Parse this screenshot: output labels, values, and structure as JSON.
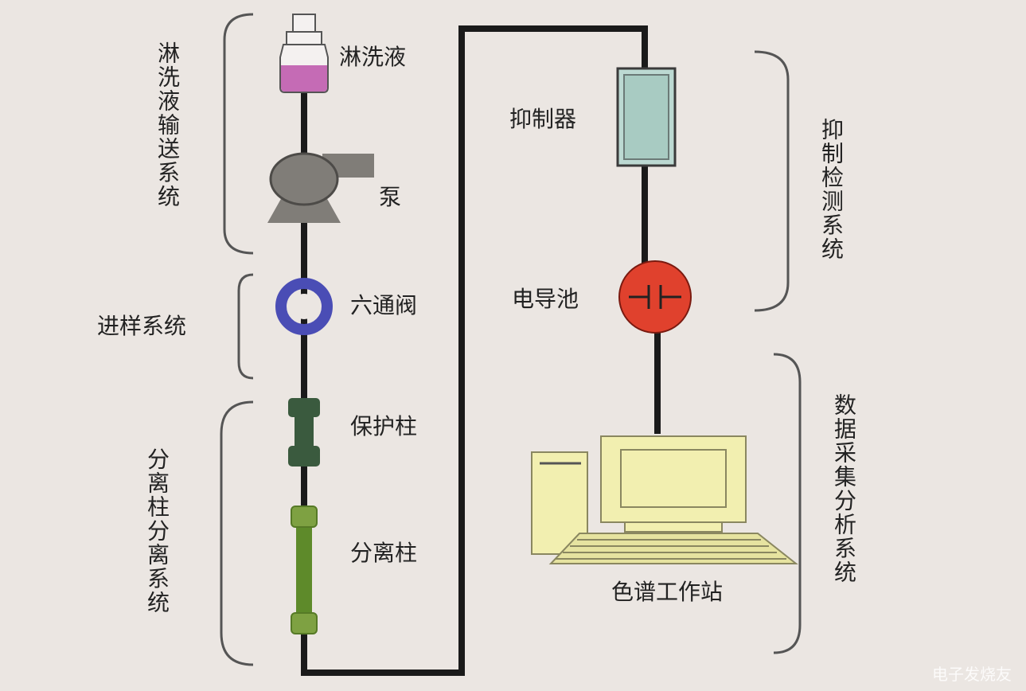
{
  "labels": {
    "eluent": "淋洗液",
    "pump": "泵",
    "six_way_valve": "六通阀",
    "guard_column": "保护柱",
    "separation_column": "分离柱",
    "suppressor": "抑制器",
    "conductivity_cell": "电导池",
    "workstation": "色谱工作站"
  },
  "systems": {
    "eluent_delivery": "淋洗液输送系统",
    "injection": "进样系统",
    "separation": "分离柱分离系统",
    "suppression_detection": "抑制检测系统",
    "data_acquisition": "数据采集分析系统"
  },
  "watermark": "电子发烧友",
  "colors": {
    "eluent_liquid": "#c56bb5",
    "pump": "#807d78",
    "valve_ring": "#4a4db5",
    "guard_column": "#3a5a3e",
    "separation_column": "#7ea142",
    "suppressor": "#bcd9d2",
    "conductivity_cell": "#e0412d",
    "computer": "#f2efb0",
    "tubing": "#1a1a1a"
  }
}
